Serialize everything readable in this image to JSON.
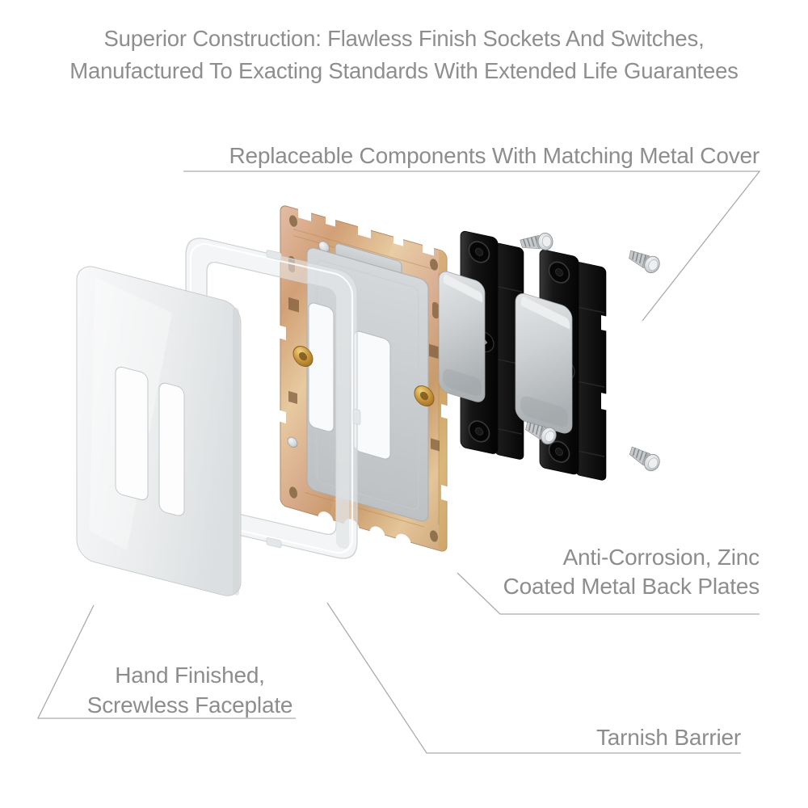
{
  "page": {
    "background": "#ffffff",
    "text_color": "#8d8d8d",
    "leader_line_color": "#ababab"
  },
  "heading": {
    "line1": "Superior Construction: Flawless Finish Sockets And Switches,",
    "line2": "Manufactured To Exacting Standards With Extended Life Guarantees"
  },
  "callouts": {
    "replaceable": {
      "text": "Replaceable Components With Matching Metal Cover"
    },
    "back_plates": {
      "line1": "Anti-Corrosion, Zinc",
      "line2": "Coated Metal Back Plates"
    },
    "faceplate": {
      "line1": "Hand Finished,",
      "line2": "Screwless Faceplate"
    },
    "tarnish": {
      "text": "Tarnish Barrier"
    }
  },
  "diagram": {
    "parts": [
      {
        "id": "faceplate",
        "label": "white screwless faceplate",
        "color": "#e9ebed"
      },
      {
        "id": "clear-frame",
        "label": "clear tarnish barrier frame",
        "color": "#eceff1"
      },
      {
        "id": "back-plate",
        "label": "zinc coated metal back plate",
        "color": "#d2a87e"
      },
      {
        "id": "grid-insert",
        "label": "grey grid insert",
        "color": "#c9cdd0"
      },
      {
        "id": "switch-module-1",
        "label": "black rocker switch module",
        "color": "#141414"
      },
      {
        "id": "switch-module-2",
        "label": "black rocker switch module",
        "color": "#141414"
      },
      {
        "id": "rocker",
        "label": "grey switch rocker",
        "color": "#cfd2d4"
      },
      {
        "id": "screws",
        "label": "fixing screws",
        "count": 4,
        "color": "#c6cacc"
      },
      {
        "id": "brass-terminal",
        "label": "brass terminal",
        "color": "#c49038"
      }
    ]
  }
}
